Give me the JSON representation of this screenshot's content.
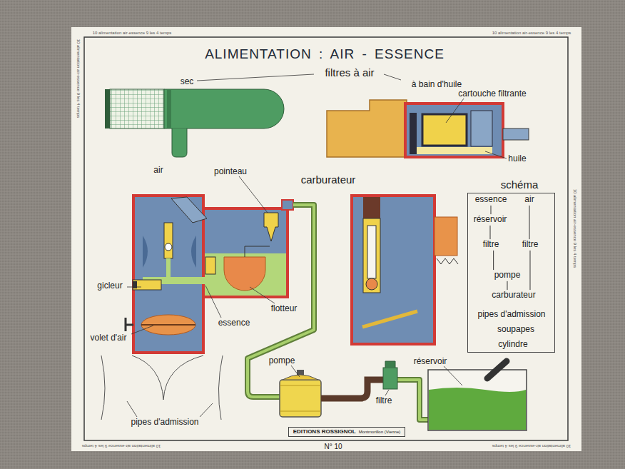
{
  "diagram": {
    "title": "ALIMENTATION : AIR - ESSENCE",
    "nodes": [
      {
        "text": [
          "schéma"
        ]
      },
      {
        "text": [
          "essence"
        ],
        "in": 0
      },
      {
        "text": [
          "air"
        ],
        "in": 0
      },
      {
        "text": [
          "réservoir"
        ],
        "in": 0
      },
      {
        "text": [
          "filtre"
        ],
        "in": 0
      },
      {
        "text": [
          "filtre"
        ],
        "in": 0
      },
      {
        "text": [
          "pompe"
        ],
        "in": 0
      },
      {
        "text": [
          "carburateur"
        ],
        "in": 0
      },
      {
        "text": [
          "pipes d'admission"
        ],
        "in": 0
      },
      {
        "text": [
          "soupapes"
        ],
        "in": 0
      },
      {
        "text": [
          "cylindre"
        ],
        "in": 0
      },
      {
        "text": [
          "EDITIONS ROSSIGNOL",
          "Montmorillon (Vienne)"
        ]
      }
    ],
    "edges": [
      {
        "from": 1,
        "to": 3,
        "arrow": "none"
      },
      {
        "from": 3,
        "to": 4,
        "arrow": "none"
      },
      {
        "from": 4,
        "to": 6,
        "arrow": "none"
      },
      {
        "from": 6,
        "to": 7,
        "arrow": "none"
      },
      {
        "from": 2,
        "to": 5,
        "arrow": "none"
      },
      {
        "from": 5,
        "to": 7,
        "arrow": "none"
      }
    ],
    "labels": [
      "10 alimentation air-essence 9 les 4 temps",
      "10 alimentation air-essence 9 les 4 temps",
      "10 alimentation air-essence 9 les 4 temps",
      "10 alimentation air-essence 9 les 4 temps",
      "10 alimentation air-essence 9 les 4 temps",
      "10 alimentation air-essence 9 les 4 temps",
      "filtres à air",
      "sec",
      "à bain d'huile",
      "cartouche filtrante",
      "huile",
      "air",
      "pointeau",
      "carburateur",
      "gicleur",
      "flotteur",
      "essence",
      "volet d'air",
      "pompe",
      "réservoir",
      "filtre",
      "pipes d'admission",
      "N° 10"
    ]
  }
}
